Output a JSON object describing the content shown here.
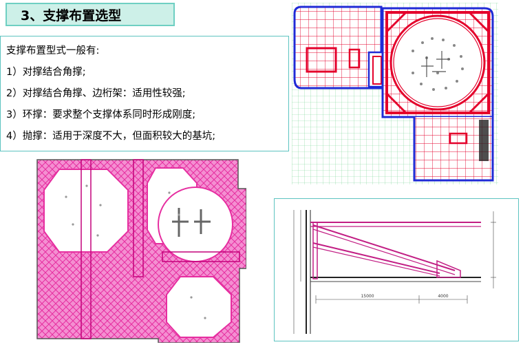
{
  "slide": {
    "heading": "3、支撑布置选型",
    "intro": "支撑布置型式一般有:",
    "items": [
      "1）对撑结合角撑;",
      "2）对撑结合角撑、边桁架：适用性较强;",
      "3）环撑：要求整个支撑体系同时形成刚度;",
      "4）抛撑：适用于深度不大，但面积较大的基坑;"
    ]
  },
  "section_drawing": {
    "dim_bottom_main": "15000",
    "dim_bottom_right": "4000"
  },
  "colors": {
    "heading_bg": "#cdf0e8",
    "accent_border": "#5cc3c0",
    "strut_red": "#e4002b",
    "strut_magenta": "#e62ea0",
    "outline_blue": "#1f2bd6",
    "grid_green": "#3cbf63"
  }
}
